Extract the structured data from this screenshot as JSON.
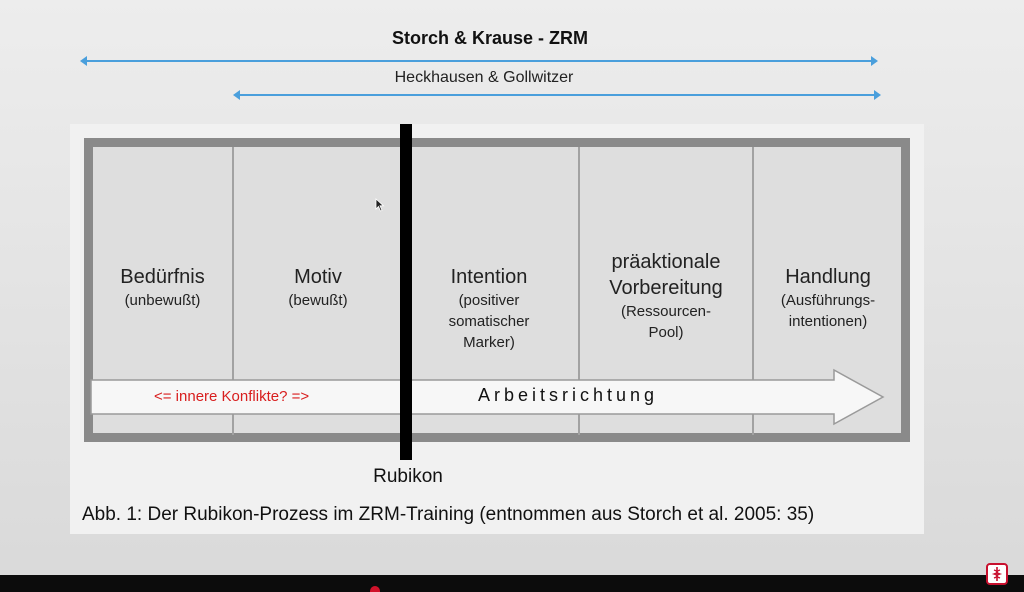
{
  "headings": {
    "zrm": "Storch & Krause - ZRM",
    "hg": "Heckhausen & Gollwitzer"
  },
  "stages": [
    {
      "name": "Bedürfnis",
      "sub": "(unbewußt)"
    },
    {
      "name": "Motiv",
      "sub": "(bewußt)"
    },
    {
      "name": "Intention",
      "sub": "(positiver somatischer Marker)"
    },
    {
      "name": "präaktionale Vorbereitung",
      "sub": "(Ressourcen-Pool)"
    },
    {
      "name": "Handlung",
      "sub": "(Ausführungs-intentionen)"
    }
  ],
  "stage_lines": {
    "s0": {
      "main": "Bedürfnis",
      "sub1": "(unbewußt)"
    },
    "s1": {
      "main": "Motiv",
      "sub1": "(bewußt)"
    },
    "s2": {
      "main": "Intention",
      "sub1": "(positiver",
      "sub2": "somatischer",
      "sub3": "Marker)"
    },
    "s3": {
      "main1": "präaktionale",
      "main2": "Vorbereitung",
      "sub1": "(Ressourcen-",
      "sub2": "Pool)"
    },
    "s4": {
      "main": "Handlung",
      "sub1": "(Ausführungs-",
      "sub2": "intentionen)"
    }
  },
  "arrow": {
    "conflicts": "<= innere Konflikte? =>",
    "direction": "Arbeitsrichtung"
  },
  "rubikon": "Rubikon",
  "caption": "Abb. 1: Der Rubikon-Prozess im ZRM-Training (entnommen aus Storch et al. 2005: 35)",
  "colors": {
    "blue_arrow": "#4a9fdc",
    "conflict_red": "#d81e1e",
    "frame_gray": "#8a8a8a"
  }
}
